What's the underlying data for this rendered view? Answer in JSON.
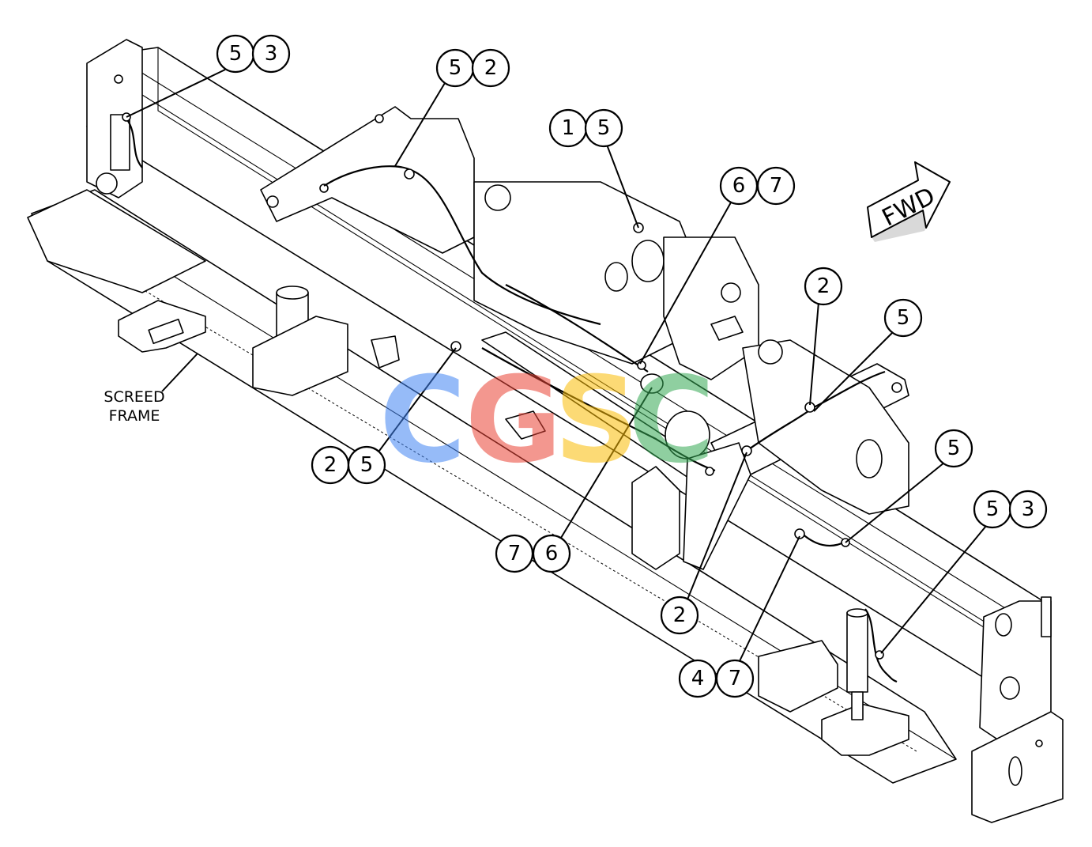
{
  "labels": {
    "screed_frame_line1": "SCREED",
    "screed_frame_line2": "FRAME",
    "fwd": "FWD"
  },
  "watermark": {
    "letters": [
      {
        "char": "C",
        "color": "#4285f4"
      },
      {
        "char": "G",
        "color": "#ea4335"
      },
      {
        "char": "S",
        "color": "#fbbc05"
      },
      {
        "char": "C",
        "color": "#34a853"
      }
    ]
  },
  "callouts": [
    {
      "id": "c1",
      "a": "5",
      "b": "3"
    },
    {
      "id": "c2",
      "a": "5",
      "b": "2"
    },
    {
      "id": "c3",
      "a": "1",
      "b": "5"
    },
    {
      "id": "c4",
      "a": "6",
      "b": "7"
    },
    {
      "id": "c5",
      "a": "2",
      "b": ""
    },
    {
      "id": "c6",
      "a": "5",
      "b": ""
    },
    {
      "id": "c7",
      "a": "2",
      "b": "5"
    },
    {
      "id": "c8",
      "a": "5",
      "b": ""
    },
    {
      "id": "c9",
      "a": "5",
      "b": "3"
    },
    {
      "id": "c10",
      "a": "7",
      "b": "6"
    },
    {
      "id": "c11",
      "a": "2",
      "b": ""
    },
    {
      "id": "c12",
      "a": "4",
      "b": "7"
    }
  ]
}
